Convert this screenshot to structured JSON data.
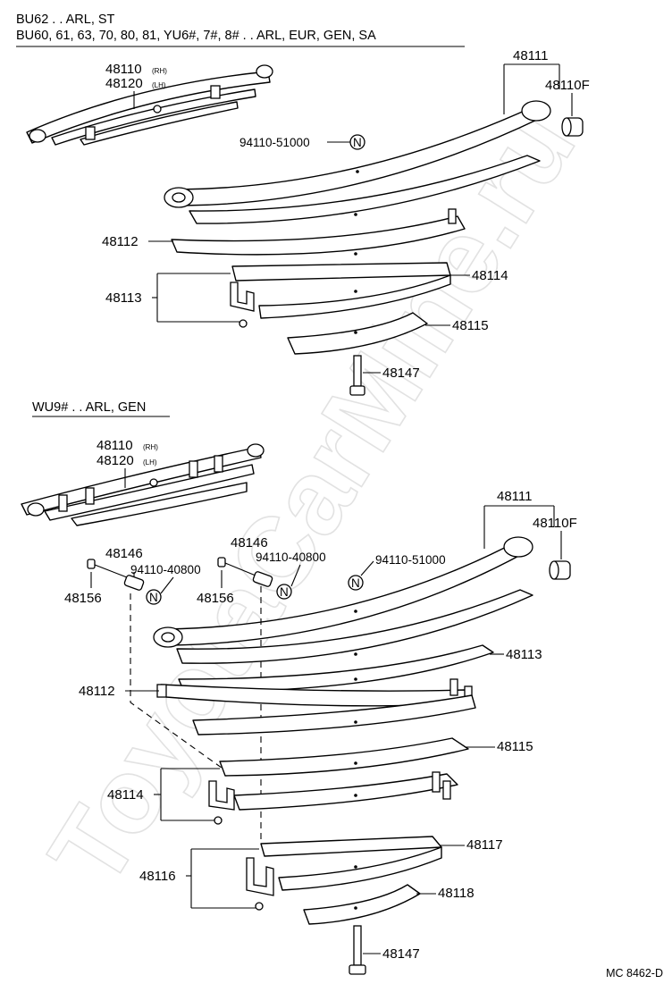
{
  "watermark": "ToyotaCarMine.ru",
  "top_section": {
    "header_line1": "BU62 . . ARL, ST",
    "header_line2": "BU60, 61, 63, 70, 80, 81, YU6#, 7#, 8# . . ARL, EUR, GEN, SA",
    "callouts": {
      "assy_rh": "48110",
      "assy_lh": "48120",
      "rh": "(RH)",
      "lh": "(LH)",
      "main_leaf": "48111",
      "bushing": "48110F",
      "nut": "94110-51000",
      "leaf_2": "48112",
      "clip": "48113",
      "leaf_3": "48114",
      "leaf_4": "48115",
      "center_bolt": "48147"
    }
  },
  "bottom_section": {
    "header": "WU9# . . ARL, GEN",
    "callouts": {
      "assy_rh": "48110",
      "assy_lh": "48120",
      "rh": "(RH)",
      "lh": "(LH)",
      "main_leaf": "48111",
      "bushing": "48110F",
      "bolt_left": "48146",
      "nut_left": "94110-40800",
      "spacer_left": "48156",
      "bolt_right": "48146",
      "nut_right": "94110-40800",
      "spacer_right": "48156",
      "nut_main": "94110-51000",
      "leaf_2": "48113",
      "leaf_eye": "48112",
      "leaf_mid": "48115",
      "clip_a": "48114",
      "leaf_lower": "48117",
      "clip_b": "48116",
      "leaf_bottom": "48118",
      "center_bolt": "48147"
    }
  },
  "diagram_code": "MC 8462-D"
}
